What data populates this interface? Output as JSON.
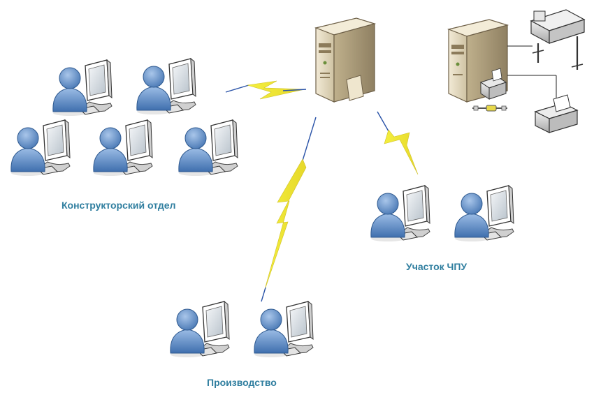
{
  "labels": {
    "design_department": "Конструкторский отдел",
    "cnc_section": "Участок ЧПУ",
    "production": "Производство"
  },
  "colors": {
    "user_blue": "#4f7fb8",
    "user_light": "#8fb2dd",
    "label_teal": "#2f7e9f",
    "lightning_yellow": "#f2ec3a",
    "lightning_blue": "#2a53a8",
    "server_beige": "#e6dcc2",
    "server_dark": "#7a6a4f"
  },
  "icons": {
    "workstation": "user-with-monitor-icon",
    "server": "tower-server-icon",
    "printer": "printer-icon",
    "plotter": "plotter-icon",
    "wireless_link": "lightning-bolt-icon",
    "network_hub": "hub-icon"
  }
}
